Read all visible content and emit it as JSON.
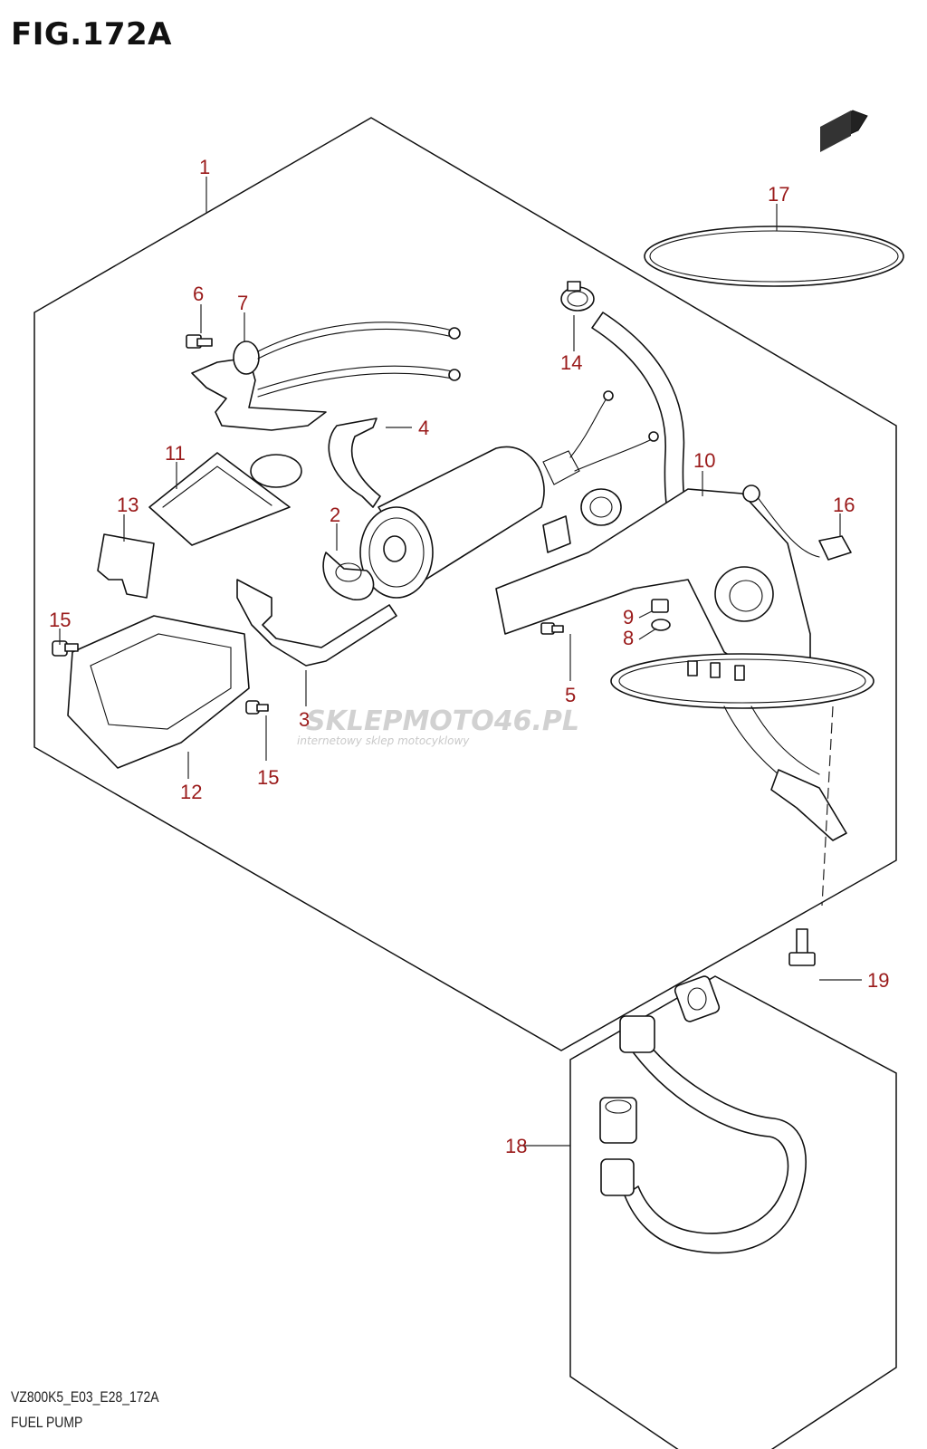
{
  "figure": {
    "title": "FIG.172A",
    "footer_code": "VZ800K5_E03_E28_172A",
    "footer_caption": "FUEL PUMP"
  },
  "watermark": {
    "brand": "SKLEPMOTO46.PL",
    "tagline": "internetowy sklep motocyklowy"
  },
  "callouts": [
    "1",
    "2",
    "3",
    "4",
    "5",
    "6",
    "7",
    "8",
    "9",
    "10",
    "11",
    "12",
    "13",
    "14",
    "15",
    "15",
    "16",
    "17",
    "18",
    "19"
  ],
  "colors": {
    "callout": "#9a1a1a",
    "line": "#111111"
  }
}
